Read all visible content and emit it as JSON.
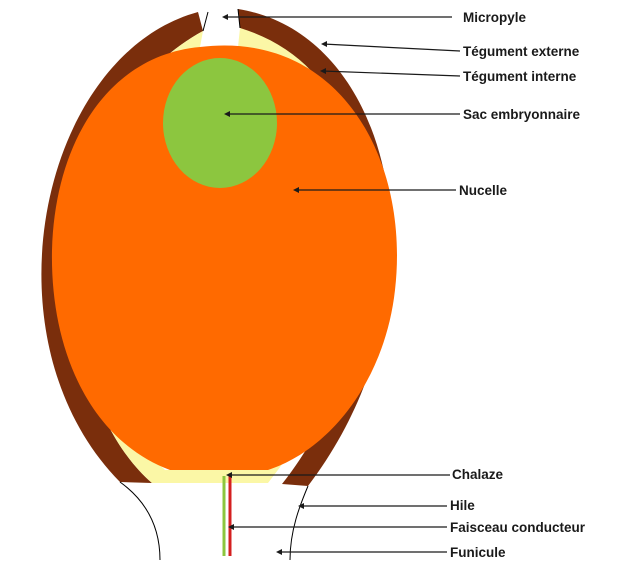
{
  "labels": {
    "micropyle": "Micropyle",
    "tegument_externe": "Tégument externe",
    "tegument_interne": "Tégument interne",
    "sac_embryonnaire": "Sac embryonnaire",
    "nucelle": "Nucelle",
    "chalaze": "Chalaze",
    "hile": "Hile",
    "faisceau_conducteur": "Faisceau conducteur",
    "funicule": "Funicule"
  },
  "colors": {
    "tegument_externe": "#7a2e0c",
    "tegument_interne": "#fbf7a6",
    "nucelle": "#ff6a00",
    "sac_embryonnaire": "#8cc63f",
    "faisceau_xylem": "#8cc63f",
    "faisceau_phloem": "#d42020",
    "background": "#ffffff"
  }
}
